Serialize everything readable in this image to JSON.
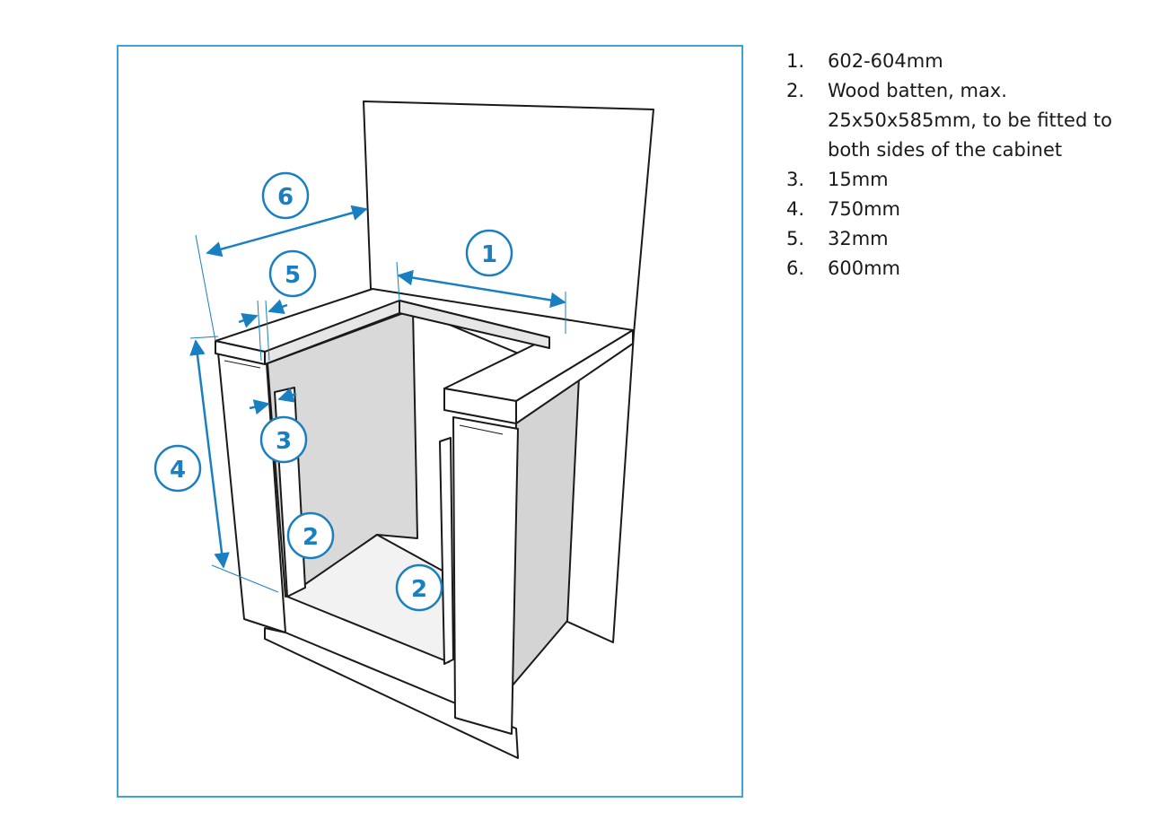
{
  "colors": {
    "accent": "#1a7fc1",
    "frame": "#3fa3d6",
    "interior": "#d9d9d9",
    "outline": "#1a1a1a"
  },
  "callouts": [
    "6",
    "5",
    "1",
    "3",
    "4",
    "2",
    "2"
  ],
  "legend": [
    {
      "num": "1.",
      "text": "602-604mm"
    },
    {
      "num": "2.",
      "text": "Wood batten, max. 25x50x585mm, to be fitted to both sides of the cabinet"
    },
    {
      "num": "3.",
      "text": "15mm"
    },
    {
      "num": "4.",
      "text": "750mm"
    },
    {
      "num": "5.",
      "text": "32mm"
    },
    {
      "num": "6.",
      "text": "600mm"
    }
  ]
}
